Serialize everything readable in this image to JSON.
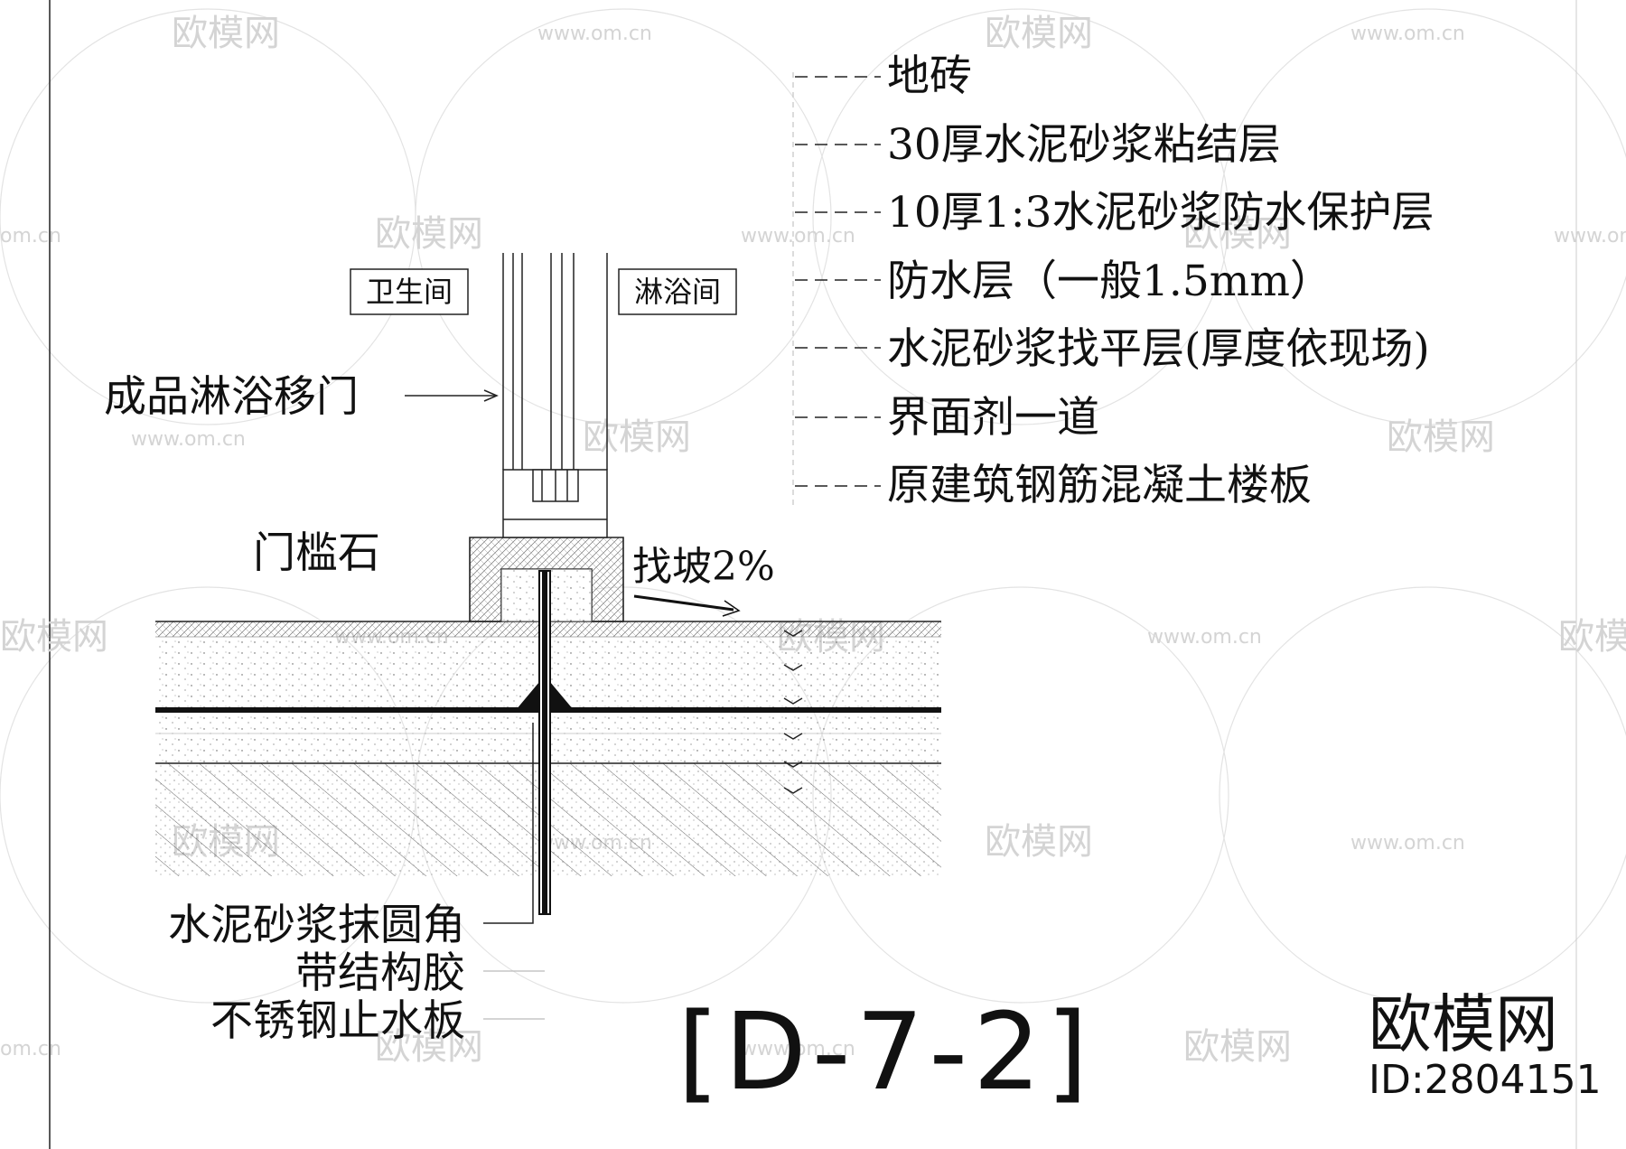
{
  "watermark": {
    "brand": "欧模网",
    "url": "www.om.cn",
    "url_fragment": "om.cn"
  },
  "layer_labels": [
    "地砖",
    "30厚水泥砂浆粘结层",
    "10厚1:3水泥砂浆防水保护层",
    "防水层（一般1.5mm）",
    "水泥砂浆找平层(厚度依现场)",
    "界面剂一道",
    "原建筑钢筋混凝土楼板"
  ],
  "room_left": "卫生间",
  "room_right": "淋浴间",
  "door_label": "成品淋浴移门",
  "threshold_label": "门槛石",
  "slope_label": "找坡2%",
  "bottom_labels": [
    "水泥砂浆抹圆角",
    "带结构胶",
    "不锈钢止水板"
  ],
  "drawing_id": "[D-7-2]",
  "brand_logo": "欧模网",
  "brand_id": "ID:2804151",
  "colors": {
    "line": "#111111",
    "watermark": "#d6d6d6",
    "hatch": "#555555"
  }
}
